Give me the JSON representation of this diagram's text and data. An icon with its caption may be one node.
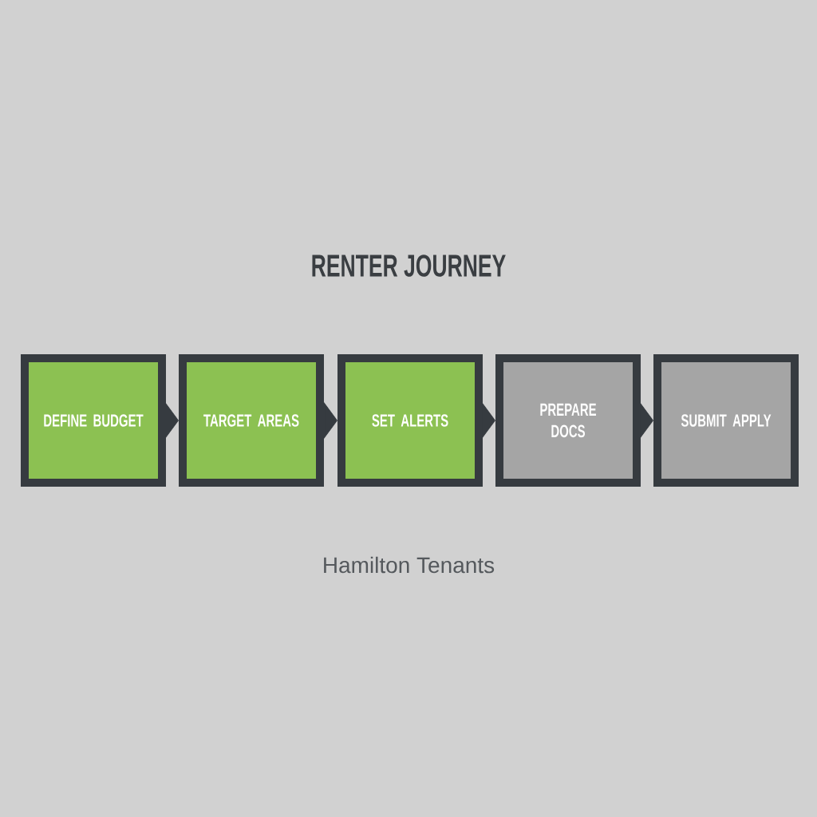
{
  "diagram": {
    "title": "RENTER JOURNEY",
    "nodes": [
      {
        "text": [
          "DEFINE BUDGET"
        ]
      },
      {
        "text": [
          "TARGET AREAS"
        ]
      },
      {
        "text": [
          "SET ALERTS"
        ]
      },
      {
        "text": [
          "PREPARE DOCS"
        ]
      },
      {
        "text": [
          "SUBMIT APPLY"
        ]
      }
    ],
    "edges": [
      {
        "from": 0,
        "to": 1,
        "arrow": "to"
      },
      {
        "from": 1,
        "to": 2,
        "arrow": "to"
      },
      {
        "from": 2,
        "to": 3,
        "arrow": "to"
      },
      {
        "from": 3,
        "to": 4,
        "arrow": "to"
      }
    ],
    "labels": [
      "Hamilton Tenants"
    ]
  }
}
